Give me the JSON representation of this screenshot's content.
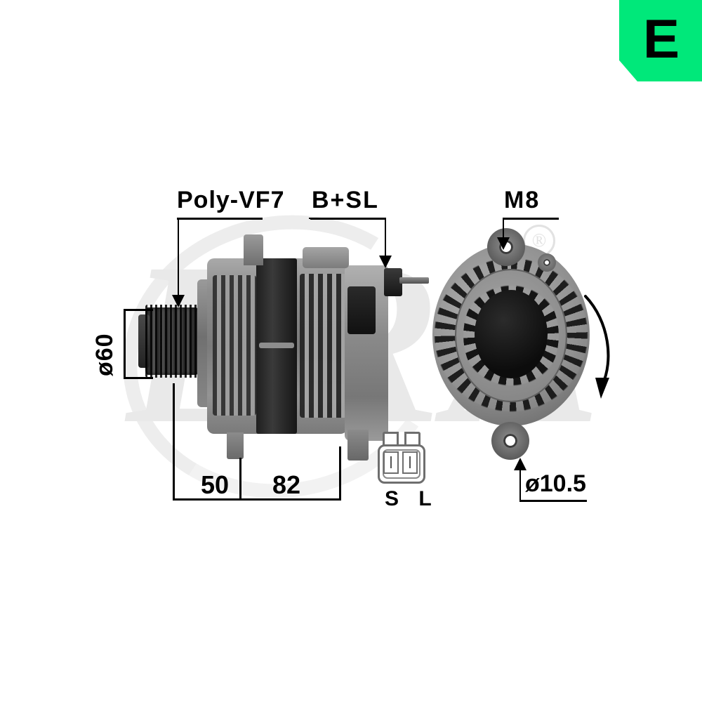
{
  "brand": {
    "logo_glyph": "E",
    "color": "#00e87a",
    "watermark_text": "ERA",
    "registered_mark": "®"
  },
  "product": {
    "type": "alternator",
    "views": {
      "side": "side-elevation-view",
      "end": "rear-end-view",
      "connector": "two-pin-connector-detail"
    }
  },
  "annotations": [
    {
      "id": "pulley-type",
      "label": "Poly-VF7",
      "points_to": "pulley",
      "leader": "down-arrow"
    },
    {
      "id": "terminal-designation",
      "label": "B+SL",
      "points_to": "output-terminal",
      "leader": "down-arrow"
    },
    {
      "id": "mounting-thread",
      "label": "M8",
      "points_to": "top-mounting-hole",
      "leader": "down-arrow"
    },
    {
      "id": "pulley-diameter",
      "label": "ø60",
      "points_to": "pulley",
      "leader": "bracket-vertical"
    },
    {
      "id": "pulley-length",
      "label": "50",
      "points_to": "pulley-axial-length",
      "leader": "bracket-horizontal"
    },
    {
      "id": "body-length",
      "label": "82",
      "points_to": "body-axial-length",
      "leader": "bracket-horizontal"
    },
    {
      "id": "connector-pins",
      "label": "S L",
      "points_to": "connector",
      "leader": "none"
    },
    {
      "id": "mount-hole-diameter",
      "label": "ø10.5",
      "points_to": "lower-mounting-hole",
      "leader": "up-arrow"
    },
    {
      "id": "rotation-direction",
      "label": "clockwise-rotation-arrow",
      "points_to": "rotor",
      "leader": "curved-arrow"
    }
  ],
  "labels": {
    "poly": "Poly-VF7",
    "bsl": "B+SL",
    "m8": "M8",
    "d60": "ø60",
    "fifty": "50",
    "eightytwo": "82",
    "sl": "S L",
    "d105": "ø10.5"
  }
}
